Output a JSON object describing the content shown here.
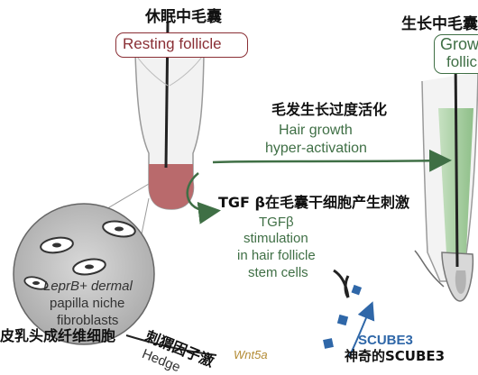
{
  "resting": {
    "zh": "休眠中毛囊",
    "en": "Resting follicle"
  },
  "growing": {
    "zh": "生长中毛囊",
    "en_line1": "Grow",
    "en_line2": "follic"
  },
  "hyper": {
    "zh": "毛发生长过度活化",
    "en_line1": "Hair growth",
    "en_line2": "hyper-activation"
  },
  "tgf": {
    "zh": "TGF β在毛囊干细胞产生刺激",
    "en_line1": "TGFβ",
    "en_line2": "stimulation",
    "en_line3": "in hair follicle",
    "en_line4": "stem cells"
  },
  "papilla": {
    "line1": "LeprB+ dermal",
    "line2": "papilla niche",
    "line3": "fibroblasts",
    "zh_caption": "皮乳头成纤维细胞"
  },
  "hedgehog": {
    "zh": "刺猬因子激",
    "en": "Hedge"
  },
  "wnt": {
    "label": "Wnt5a"
  },
  "scube": {
    "en": "SCUBE3",
    "zh": "神奇的SCUBE3"
  },
  "colors": {
    "red_outline": "#8a2f35",
    "green_arrow": "#3f6f45",
    "blue_arrow": "#2f67a8",
    "follicle_pink": "#b96a6c",
    "follicle_green": "#9fc79a"
  }
}
